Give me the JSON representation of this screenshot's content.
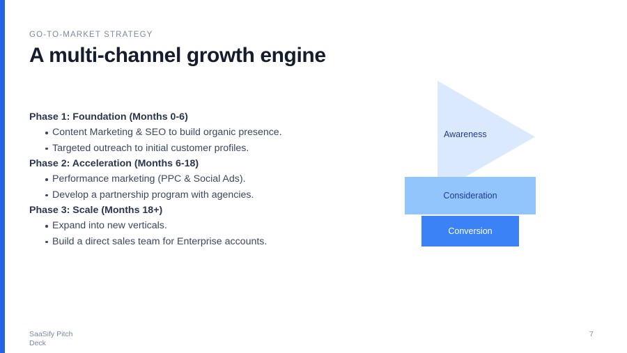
{
  "slide": {
    "eyebrow": "GO-TO-MARKET STRATEGY",
    "title": "A multi-channel growth engine",
    "accent_color": "#2563eb",
    "background_color": "#ffffff"
  },
  "content": {
    "phases": [
      {
        "heading": "Phase 1: Foundation (Months 0-6)",
        "bullets": [
          "Content Marketing & SEO to build organic presence.",
          "Targeted outreach to initial customer profiles."
        ]
      },
      {
        "heading": "Phase 2: Acceleration (Months 6-18)",
        "bullets": [
          "Performance marketing (PPC & Social Ads).",
          "Develop a partnership program with agencies."
        ]
      },
      {
        "heading": "Phase 3: Scale (Months 18+)",
        "bullets": [
          "Expand into new verticals.",
          "Build a direct sales team for Enterprise accounts."
        ]
      }
    ]
  },
  "funnel": {
    "stages": [
      {
        "label": "Awareness",
        "shape": "triangle-right",
        "fill": "#dbe9fe",
        "text_color": "#1e3a8a"
      },
      {
        "label": "Consideration",
        "shape": "rectangle",
        "fill": "#93c5fd",
        "text_color": "#1e3a8a"
      },
      {
        "label": "Conversion",
        "shape": "rectangle",
        "fill": "#3b82f6",
        "text_color": "#ffffff"
      }
    ]
  },
  "footer": {
    "deck_name_line1": "SaaSify Pitch",
    "deck_name_line2": "Deck",
    "page_number": "7"
  }
}
